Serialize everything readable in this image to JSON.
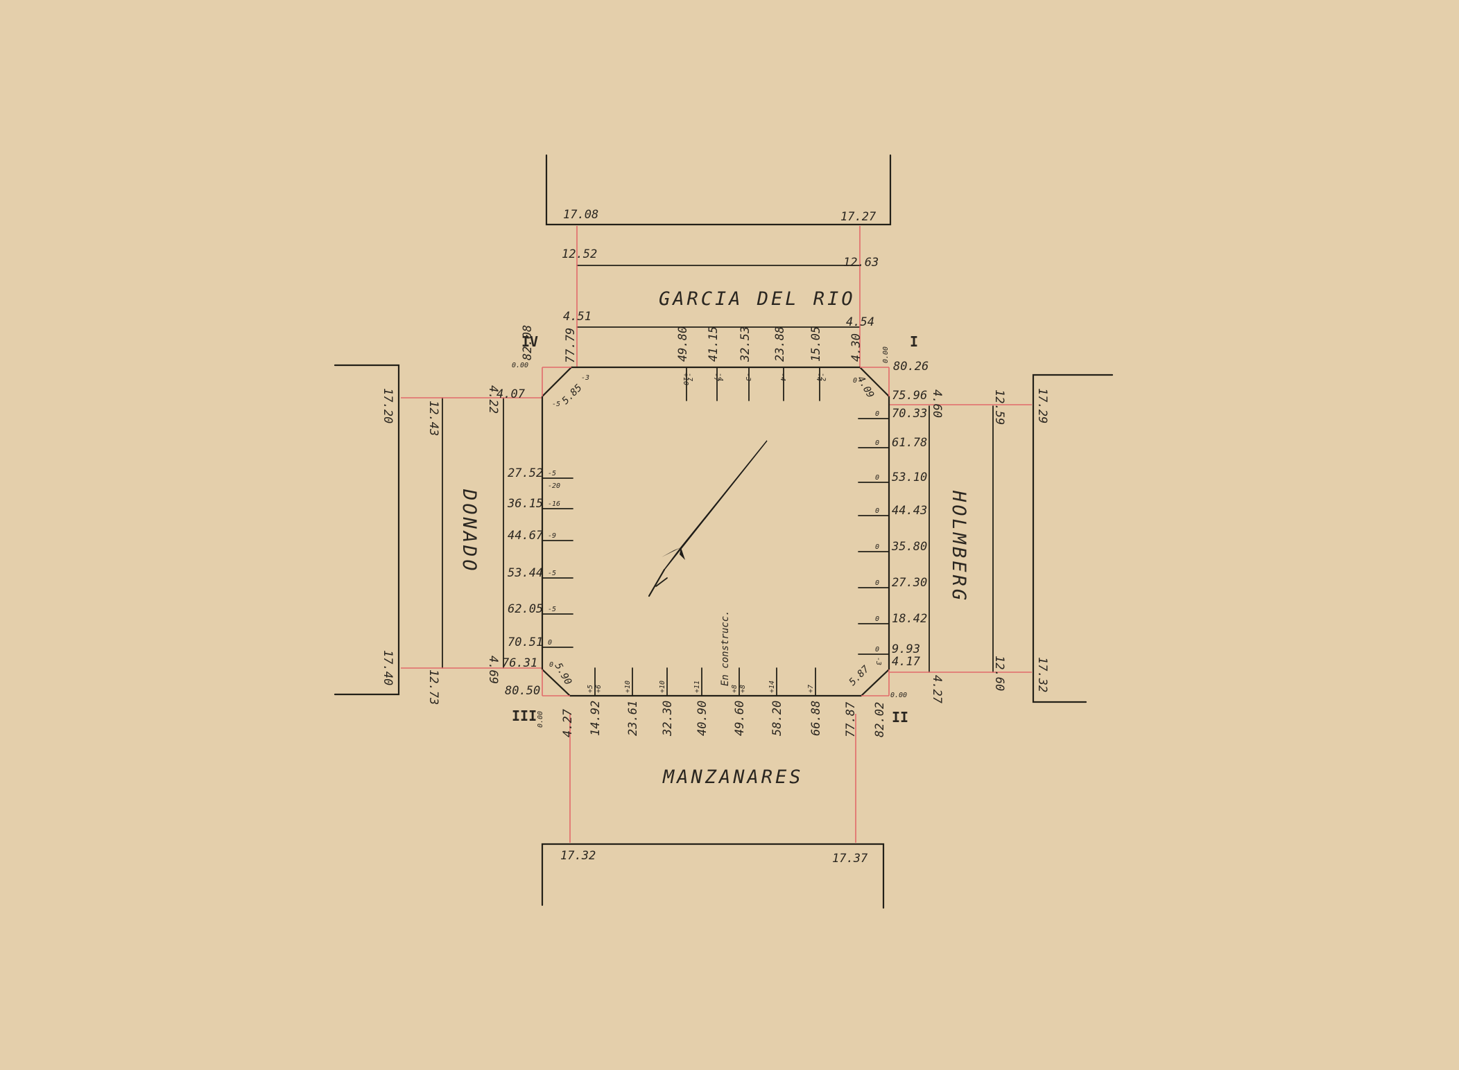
{
  "streets": {
    "north": "GARCIA DEL RIO",
    "east": "HOLMBERG",
    "south": "MANZANARES",
    "west": "DONADO"
  },
  "corners": {
    "ne": {
      "roman": "I",
      "zero": "0.00",
      "value": "80.26"
    },
    "se": {
      "roman": "II",
      "zero": "0.00",
      "value": "82.02"
    },
    "sw": {
      "roman": "III",
      "zero": "0.00",
      "value": "80.50"
    },
    "nw": {
      "roman": "IV",
      "zero": "0.00",
      "value": "82.08"
    }
  },
  "north": {
    "outer_left": "17.08",
    "outer_right": "17.27",
    "mid_left": "12.52",
    "mid_right": "12.63",
    "inner_left": "4.51",
    "inner_right": "4.54",
    "corner_left": "77.79",
    "corner_right": "4.30",
    "chamfer_left": "5.85",
    "chamfer_left_small": "-3",
    "chamfer_left_b": "-5",
    "chamfer_right": "4.09",
    "chamfer_right_small": "0",
    "lots": [
      {
        "dist": "49.80",
        "h1": "+10",
        "h2": "-7"
      },
      {
        "dist": "41.15",
        "h1": "-7",
        "h2": "-4"
      },
      {
        "dist": "32.53",
        "h1": "-3",
        "h2": ""
      },
      {
        "dist": "23.88",
        "h1": "-4",
        "h2": ""
      },
      {
        "dist": "15.05",
        "h1": "-4",
        "h2": "-2"
      }
    ]
  },
  "west": {
    "outer_top": "17.20",
    "outer_bottom": "17.40",
    "mid_top": "12.43",
    "mid_bottom": "12.73",
    "inner_top": "4.22",
    "inner_bottom": "4.69",
    "corner_top": "4.07",
    "corner_bottom": "76.31",
    "lots": [
      {
        "dist": "27.52",
        "h1": "-5",
        "h2": "-20"
      },
      {
        "dist": "36.15",
        "h1": "-16",
        "h2": ""
      },
      {
        "dist": "44.67",
        "h1": "-9",
        "h2": ""
      },
      {
        "dist": "53.44",
        "h1": "-5",
        "h2": ""
      },
      {
        "dist": "62.05",
        "h1": "-5",
        "h2": ""
      },
      {
        "dist": "70.51",
        "h1": "0",
        "h2": ""
      }
    ],
    "chamfer": "5.90",
    "chamfer_small": "0"
  },
  "east": {
    "outer_top": "17.29",
    "outer_bottom": "17.32",
    "mid_top": "12.59",
    "mid_bottom": "12.60",
    "inner_top": "4.60",
    "inner_bottom": "4.27",
    "corner_top": "75.96",
    "lots": [
      "70.33",
      "61.78",
      "53.10",
      "44.43",
      "35.80",
      "27.30",
      "18.42",
      "9.93",
      "4.17"
    ],
    "lot_mark": "0",
    "chamfer": "5.87",
    "chamfer_small": "-3"
  },
  "south": {
    "outer_left": "17.32",
    "outer_right": "17.37",
    "corner_left": "4.27",
    "corner_right": "77.87",
    "lots": [
      {
        "dist": "14.92",
        "h1": "+5",
        "h2": "+6"
      },
      {
        "dist": "23.61",
        "h1": "+10",
        "h2": ""
      },
      {
        "dist": "32.30",
        "h1": "+10",
        "h2": ""
      },
      {
        "dist": "40.90",
        "h1": "+11",
        "h2": ""
      },
      {
        "dist": "49.60",
        "h1": "+8",
        "h2": "+8"
      },
      {
        "dist": "58.20",
        "h1": "+14",
        "h2": ""
      },
      {
        "dist": "66.88",
        "h1": "+7",
        "h2": ""
      }
    ],
    "note": "En construcc."
  }
}
